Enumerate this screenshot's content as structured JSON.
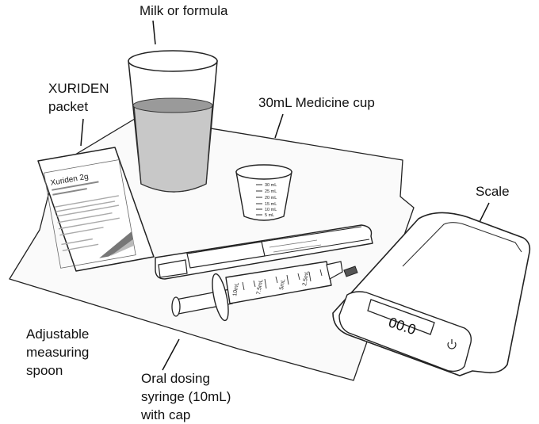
{
  "labels": {
    "milk": "Milk or formula",
    "packet": "XURIDEN\npacket",
    "cup": "30mL Medicine cup",
    "scale": "Scale",
    "spoon": "Adjustable\nmeasuring\nspoon",
    "syringe": "Oral dosing\nsyringe (10mL)\nwith cap"
  },
  "packet": {
    "brand": "Xuriden 2g"
  },
  "cup_marks": [
    "30 mL",
    "25 mL",
    "20 mL",
    "15 mL",
    "10 mL",
    "5 mL"
  ],
  "syringe_marks": [
    "10mL",
    "7.5mL",
    "5mL",
    "2.5mL"
  ],
  "scale": {
    "display": "00.0"
  }
}
